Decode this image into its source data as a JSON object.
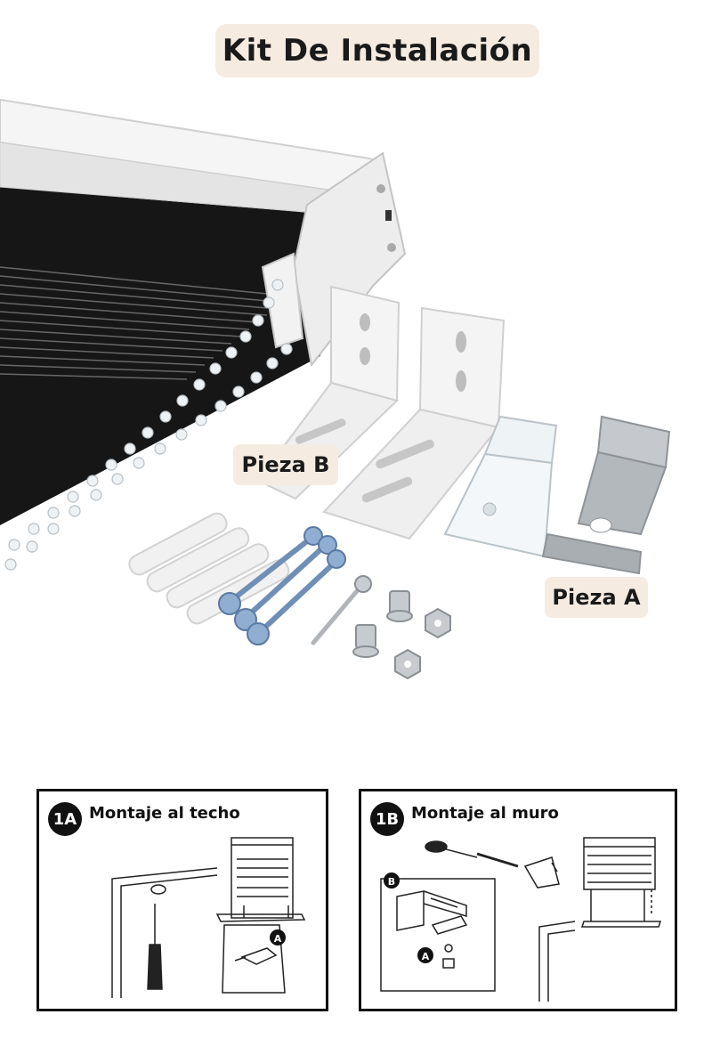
{
  "header": {
    "title": "Kit De Instalación"
  },
  "labels": {
    "piece_b": "Pieza B",
    "piece_a": "Pieza A"
  },
  "steps": [
    {
      "badge": "1A",
      "title": "Montaje al techo",
      "callout": "A"
    },
    {
      "badge": "1B",
      "title": "Montaje al muro",
      "callout_b": "B",
      "callout_a": "A"
    }
  ],
  "colors": {
    "pill": "#f6ebe1",
    "fabric": "#161616",
    "bracket": "#f4f4f4",
    "metal": "#b9bdc2",
    "screw": "#6f8fb6"
  }
}
